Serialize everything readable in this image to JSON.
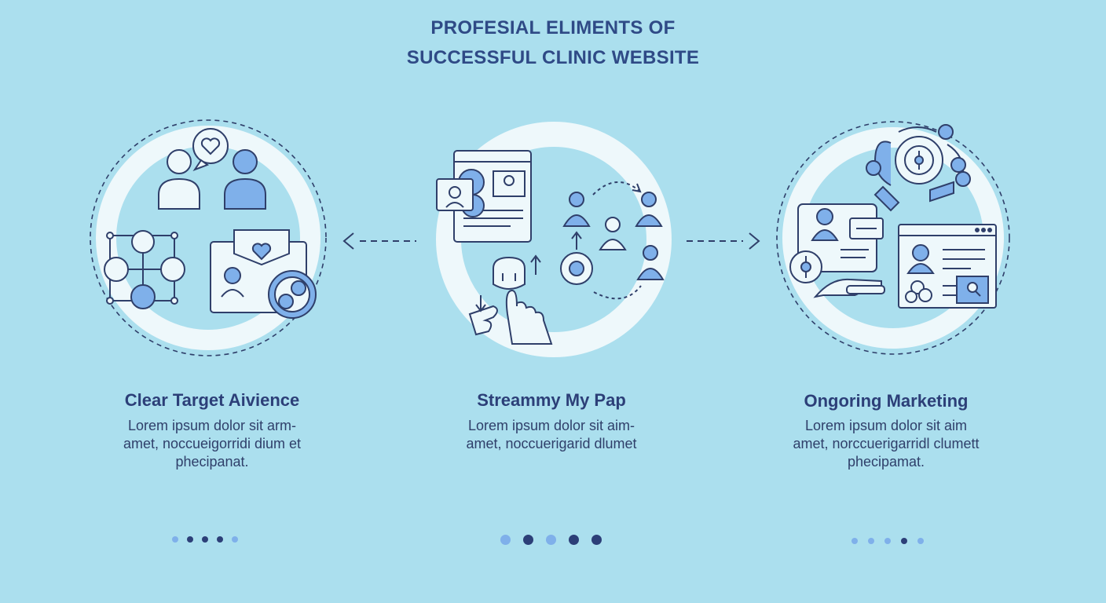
{
  "title": {
    "line1": "PROFESIAL ELIMENTS OF",
    "line2": "SUCCESSFUL CLINIC WEBSITE"
  },
  "colors": {
    "background": "#abdfee",
    "ring": "#eef8fb",
    "stroke": "#2f3f6a",
    "accent": "#7fb0ea",
    "title": "#2f4a86"
  },
  "steps": [
    {
      "heading": "Clear Target Aivience",
      "body": [
        "Lorem ipsum dolor sit arm-",
        "amet, noccueigorridi dium et",
        "phecipanat."
      ],
      "icons": [
        "patients-icon",
        "heart-speech-icon",
        "network-icon",
        "heart-card-icon",
        "toggle-icon"
      ],
      "dots": [
        "light",
        "dark",
        "dark",
        "dark",
        "light"
      ]
    },
    {
      "heading": "Streammy My Pap",
      "body": [
        "Lorem ipsum dolor sit aim-",
        "amet, noccuerigarid dlumet"
      ],
      "icons": [
        "web-page-icon",
        "video-call-icon",
        "user-cycle-icon",
        "pointing-hand-icon"
      ],
      "dots": [
        "light",
        "dark",
        "light",
        "dark",
        "dark"
      ]
    },
    {
      "heading": "Ongoring Marketing",
      "body": [
        "Lorem ipsum dolor sit aim",
        "amet, norccuerigarridl clumett",
        "phecipamat."
      ],
      "icons": [
        "gear-network-icon",
        "profile-chat-icon",
        "browser-search-icon",
        "hand-icon"
      ],
      "dots": [
        "light",
        "light",
        "light",
        "dark",
        "light"
      ]
    }
  ]
}
